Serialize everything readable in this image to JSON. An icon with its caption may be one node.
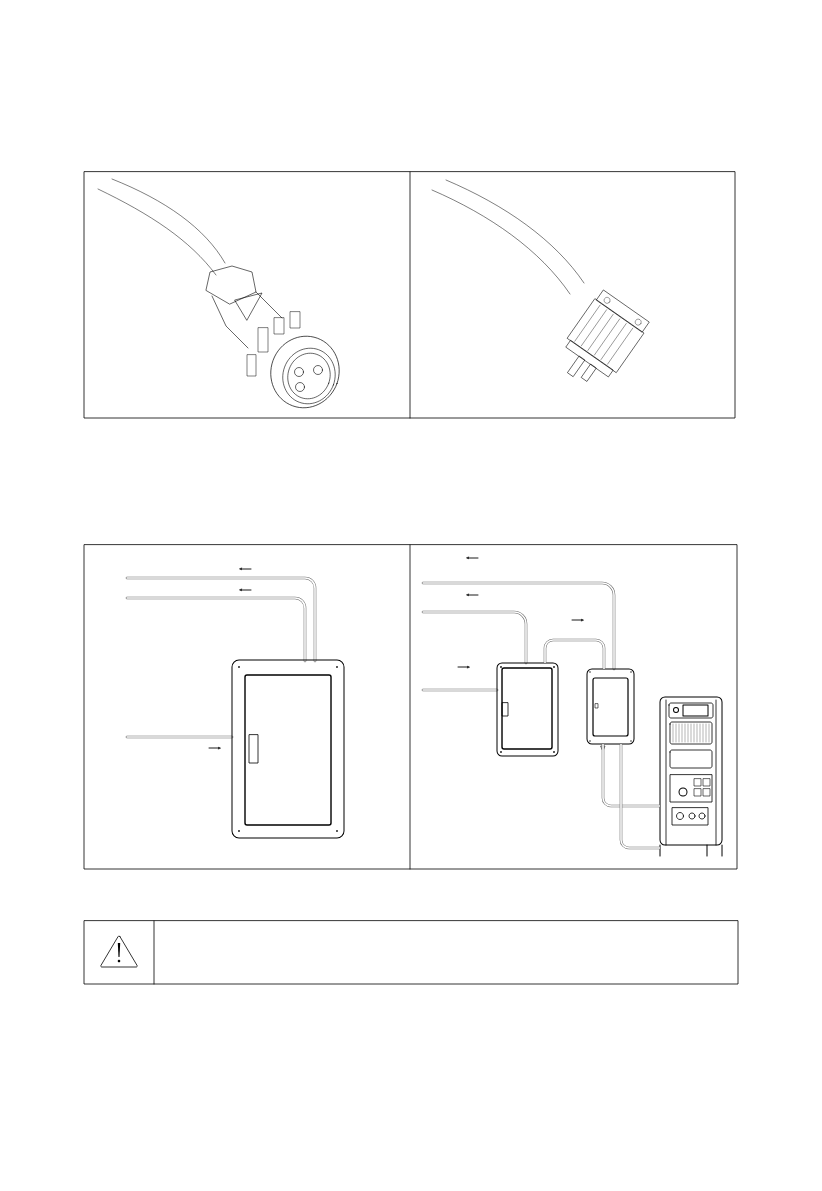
{
  "diagram": {
    "nodes": [
      {
        "text": [],
        "shape": "box"
      },
      {
        "text": [],
        "shape": "box"
      },
      {
        "text": [],
        "shape": "box"
      },
      {
        "text": [],
        "shape": "box"
      }
    ],
    "edges": [
      {
        "from": 1,
        "to": 2,
        "arrow": "none"
      },
      {
        "from": 2,
        "to": 3,
        "arrow": "none"
      },
      {
        "from": 2,
        "to": 3,
        "arrow": "none"
      }
    ]
  }
}
